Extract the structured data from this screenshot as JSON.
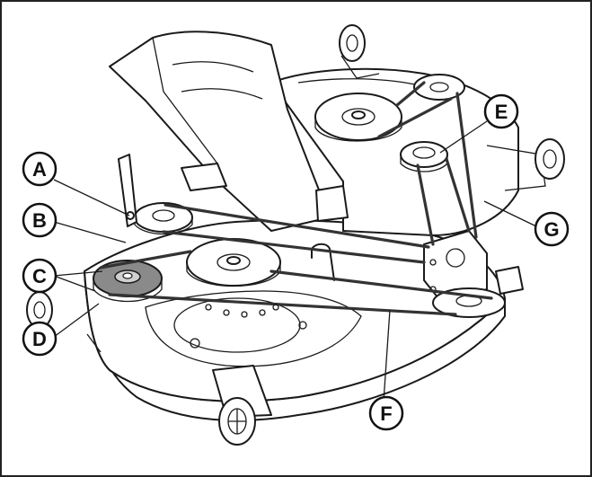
{
  "callouts": {
    "A": "A",
    "B": "B",
    "C": "C",
    "D": "D",
    "E": "E",
    "F": "F",
    "G": "G"
  },
  "colors": {
    "line": "#1a1a1a",
    "belt": "#3a3a3a",
    "highlight_pulley": "#8a8a8a",
    "background": "#ffffff"
  }
}
